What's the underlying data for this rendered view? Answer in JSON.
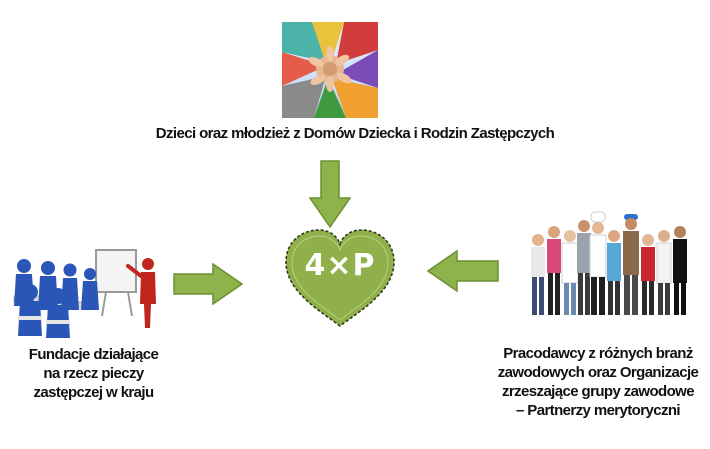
{
  "center": {
    "heart_text": "4×P"
  },
  "top": {
    "label": "Dzieci oraz młodzież z Domów Dziecka i Rodzin Zastępczych"
  },
  "left": {
    "label_lines": [
      "Fundacje działające",
      "na rzecz pieczy",
      "zastępczej w kraju"
    ]
  },
  "right": {
    "label_lines": [
      "Pracodawcy z różnych branż",
      "zawodowych oraz Organizacje",
      "zrzeszające grupy zawodowe",
      "– Partnerzy merytoryczni"
    ]
  },
  "colors": {
    "arrow_fill": "#8db34a",
    "arrow_stroke": "#6c8f33",
    "heart_fill": "#8fb04a",
    "heart_text": "#ffffff",
    "figures_blue": "#2a56b8",
    "presenter_red": "#c0251e"
  }
}
